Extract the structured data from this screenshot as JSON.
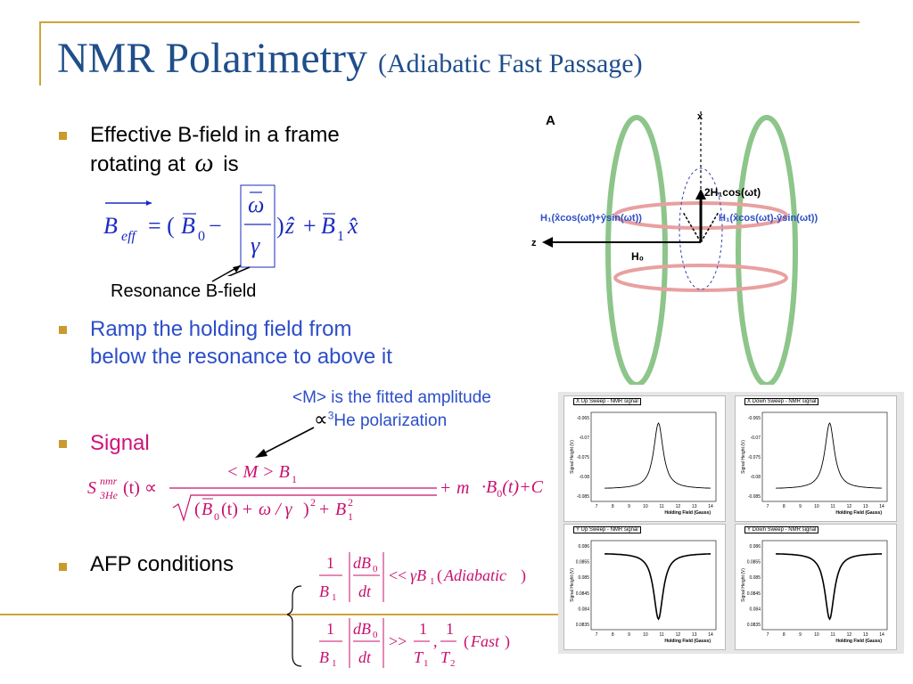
{
  "title": {
    "main": "NMR Polarimetry",
    "sub": "(Adiabatic Fast Passage)"
  },
  "bullets": {
    "b1_line1": "Effective B-field in a frame",
    "b1_line2": "rotating at",
    "b1_omega": "ω",
    "b1_is": "is",
    "resonance_label": "Resonance B-field",
    "b2_line1": "Ramp the holding field from",
    "b2_line2": "below the resonance to above it",
    "b3": "Signal",
    "b4": "AFP conditions",
    "annotation_line1": "<M> is the fitted amplitude",
    "annotation_prop": "∝",
    "annotation_sup": "3",
    "annotation_line2": "He polarization"
  },
  "diagram": {
    "label_A": "A",
    "x_axis": "x",
    "z_axis": "z",
    "two_h1": "2H₁cos(ωt)",
    "h1_left": "H₁(x̂cos(ωt)+ŷsin(ωt))",
    "h1_right": "H₁(x̂cos(ωt)-ŷsin(ωt))",
    "h0": "H₀",
    "coil_color": "#8dc58a",
    "ring_color": "#e9a0a0"
  },
  "plots": [
    {
      "title": "X Up Sweep - NMR signal",
      "xlabel": "Holding Field (Gauss)",
      "ylabel": "Signal Height (V)",
      "yticks": [
        "-0.065",
        "-0.07",
        "-0.075",
        "-0.08",
        "-0.085"
      ],
      "xticks": [
        "7",
        "8",
        "9",
        "10",
        "11",
        "12",
        "13",
        "14"
      ],
      "shape": "peak"
    },
    {
      "title": "X Down Sweep - NMR signal",
      "xlabel": "Holding Field (Gauss)",
      "ylabel": "Signal Height (V)",
      "yticks": [
        "-0.065",
        "-0.07",
        "-0.075",
        "-0.08",
        "-0.085"
      ],
      "xticks": [
        "7",
        "8",
        "9",
        "10",
        "11",
        "12",
        "13",
        "14"
      ],
      "shape": "peak"
    },
    {
      "title": "Y Up Sweep - NMR signal",
      "xlabel": "Holding Field (Gauss)",
      "ylabel": "Signal Height (V)",
      "yticks": [
        "0.086",
        "0.0855",
        "0.085",
        "0.0845",
        "0.084",
        "0.0835"
      ],
      "xticks": [
        "7",
        "8",
        "9",
        "10",
        "11",
        "12",
        "13",
        "14"
      ],
      "shape": "dip"
    },
    {
      "title": "Y Down Sweep - NMR signal",
      "xlabel": "Holding Field (Gauss)",
      "ylabel": "Signal Height (V)",
      "yticks": [
        "0.086",
        "0.0855",
        "0.085",
        "0.0845",
        "0.084",
        "0.0835"
      ],
      "xticks": [
        "7",
        "8",
        "9",
        "10",
        "11",
        "12",
        "13",
        "14"
      ],
      "shape": "dip"
    }
  ]
}
